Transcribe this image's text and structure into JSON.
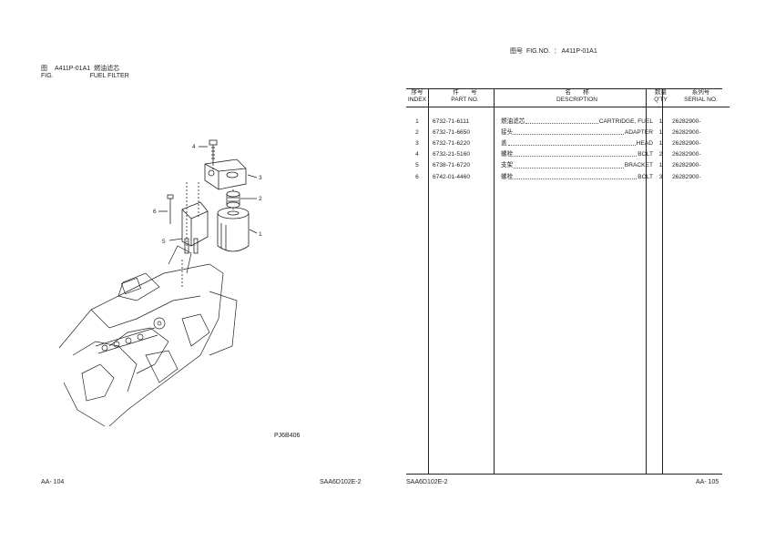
{
  "left_page": {
    "fig_label_cn": "图",
    "fig_label_en": "FIG.",
    "fig_code": "A411P-01A1",
    "title_cn": "燃油滤芯",
    "title_en": "FUEL FILTER",
    "drawing_code": "PJ6B406",
    "callouts": [
      "1",
      "2",
      "3",
      "4",
      "5",
      "6"
    ],
    "footer_left": "AA- 104",
    "footer_right": "SAA6D102E-2"
  },
  "right_page": {
    "fig_no_cn": "图号",
    "fig_no_en": "FIG.NO.",
    "fig_no_sep": "：",
    "fig_no_value": "A411P-01A1",
    "headers": {
      "index_cn": "序号",
      "index_en": "INDEX",
      "part_cn": "件　　号",
      "part_en": "PART NO.",
      "desc_cn": "名　　称",
      "desc_en": "DESCRIPTION",
      "qty_cn": "数量",
      "qty_en": "Q'TY",
      "serial_cn": "系列号",
      "serial_en": "SERIAL NO."
    },
    "rows": [
      {
        "index": "1",
        "part": "6732-71-6111",
        "desc_cn": "燃油滤芯",
        "desc_en": "CARTRIDGE, FUEL",
        "qty": "1",
        "serial": "26282900-"
      },
      {
        "index": "2",
        "part": "6732-71-6650",
        "desc_cn": "接头",
        "desc_en": "ADAPTER",
        "qty": "1",
        "serial": "26282900-"
      },
      {
        "index": "3",
        "part": "6732-71-6220",
        "desc_cn": "盖",
        "desc_en": "HEAD",
        "qty": "1",
        "serial": "26282900-"
      },
      {
        "index": "4",
        "part": "6732-21-5160",
        "desc_cn": "螺栓",
        "desc_en": "BOLT",
        "qty": "2",
        "serial": "26282900-"
      },
      {
        "index": "5",
        "part": "6738-71-6720",
        "desc_cn": "支架",
        "desc_en": "BRACKET",
        "qty": "1",
        "serial": "26282900-"
      },
      {
        "index": "6",
        "part": "6742-01-4460",
        "desc_cn": "螺栓",
        "desc_en": "BOLT",
        "qty": "3",
        "serial": "26282900-"
      }
    ],
    "footer_left": "SAA6D102E-2",
    "footer_right": "AA- 105"
  }
}
